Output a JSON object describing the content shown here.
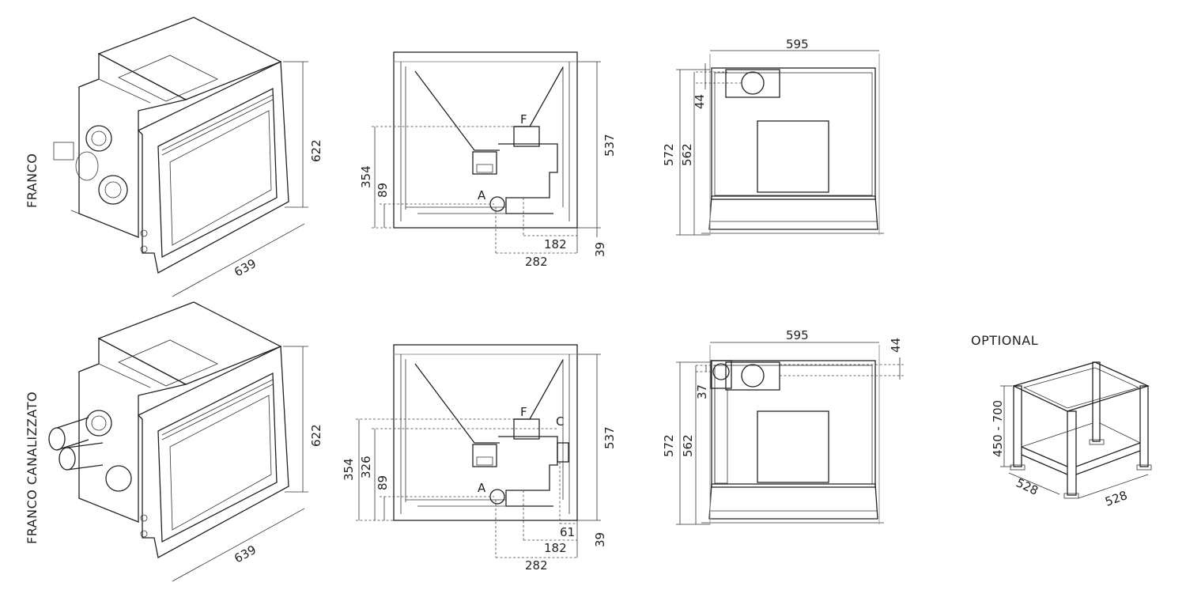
{
  "rows": [
    {
      "label": "FRANCO",
      "iso": {
        "height": "622",
        "width": "639"
      },
      "side": {
        "height_total": "537",
        "h_f": "354",
        "h_a": "89",
        "off_f": "182",
        "off_a": "282",
        "base": "39",
        "mark_a": "A",
        "mark_f": "F"
      },
      "top": {
        "width": "595",
        "depth_total": "572",
        "depth_inner": "562",
        "flue": "44"
      }
    },
    {
      "label": "FRANCO CANALIZZATO",
      "iso": {
        "height": "622",
        "width": "639"
      },
      "side": {
        "height_total": "537",
        "h_f": "354",
        "h_c": "326",
        "h_a": "89",
        "off_c": "61",
        "off_f": "182",
        "off_a": "282",
        "base": "39",
        "mark_a": "A",
        "mark_f": "F",
        "mark_c": "C"
      },
      "top": {
        "width": "595",
        "depth_total": "572",
        "depth_inner": "562",
        "flue": "44",
        "duct": "37"
      }
    }
  ],
  "optional": {
    "label": "OPTIONAL",
    "height": "450 - 700",
    "width": "528",
    "depth": "528"
  }
}
